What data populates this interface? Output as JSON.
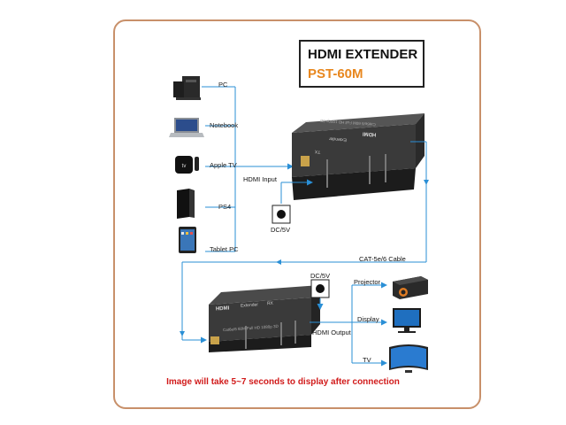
{
  "title": {
    "line1": "HDMI EXTENDER",
    "line2": "PST-60M",
    "line2_color": "#e8871e"
  },
  "sources": [
    {
      "label": "PC",
      "icon": "pc-tower-monitor-icon"
    },
    {
      "label": "Notebook",
      "icon": "laptop-icon"
    },
    {
      "label": "Apple TV",
      "icon": "apple-tv-icon"
    },
    {
      "label": "PS4",
      "icon": "ps4-console-icon"
    },
    {
      "label": "Tablet PC",
      "icon": "tablet-icon"
    }
  ],
  "labels": {
    "hdmi_input": "HDMI Input",
    "dc_tx": "DC/5V",
    "cable": "CAT-5e/6 Cable",
    "dc_rx": "DC/5V",
    "hdmi_output": "HDMI Output"
  },
  "tx_device": {
    "brand": "HDMI",
    "name": "Extender",
    "tag": "TX",
    "spec": "Cat6e/6 60M  Full HD 1080p 3D"
  },
  "rx_device": {
    "brand": "HDMI",
    "name": "Extender",
    "tag": "RX",
    "spec": "Cat6e/6 60M  Full HD 1080p 3D"
  },
  "outputs": [
    {
      "label": "Projector",
      "icon": "projector-icon"
    },
    {
      "label": "Display",
      "icon": "monitor-icon"
    },
    {
      "label": "TV",
      "icon": "curved-tv-icon"
    }
  ],
  "note": "Image will take 5~7 seconds to display after connection",
  "colors": {
    "frame": "#c8906a",
    "line": "#2a8fd6",
    "note": "#d11a1a",
    "device": "#2b2b2b"
  }
}
